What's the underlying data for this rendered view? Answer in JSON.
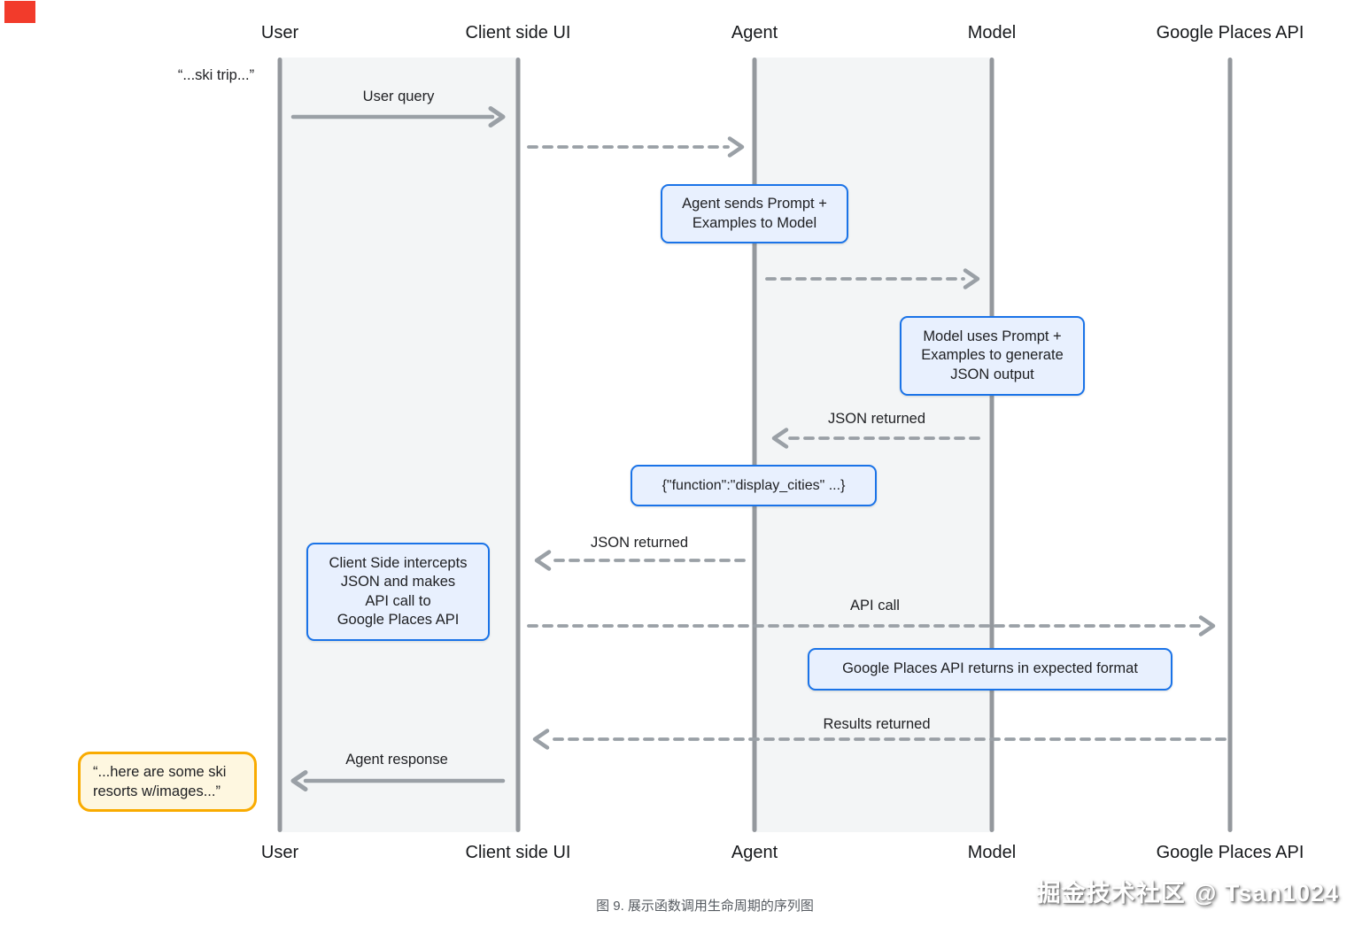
{
  "lanes": [
    {
      "label": "User"
    },
    {
      "label": "Client side UI"
    },
    {
      "label": "Agent"
    },
    {
      "label": "Model"
    },
    {
      "label": "Google Places API"
    }
  ],
  "quotes": {
    "ski_trip": "“...ski trip...”",
    "response_lines": [
      "“...here are some ski",
      "resorts w/images...”"
    ]
  },
  "messages": {
    "user_query": "User query",
    "json_returned_model": "JSON returned",
    "json_returned_client": "JSON returned",
    "api_call": "API call",
    "results_returned": "Results returned",
    "agent_response": "Agent response"
  },
  "notes": {
    "agent_sends": [
      "Agent sends Prompt +",
      "Examples to Model"
    ],
    "model_uses": [
      "Model uses Prompt +",
      "Examples to generate",
      "JSON output"
    ],
    "function_json": "{\"function\":\"display_cities\" ...}",
    "client_intercepts": [
      "Client Side intercepts",
      "JSON and makes",
      "API call to",
      "Google Places API"
    ],
    "gpa_returns": "Google Places API returns in expected format"
  },
  "caption": "图 9. 展示函数调用生命周期的序列图",
  "watermark": "掘金技术社区 @ Tsan1024",
  "colors": {
    "note_border": "#1a73e8",
    "note_fill": "#e8f0fe",
    "quote_border": "#f9ab00",
    "quote_fill": "#fef7e0",
    "line_gray": "#9aa0a6",
    "band_gray": "#f3f5f6",
    "marker_red": "#f23b2b"
  }
}
